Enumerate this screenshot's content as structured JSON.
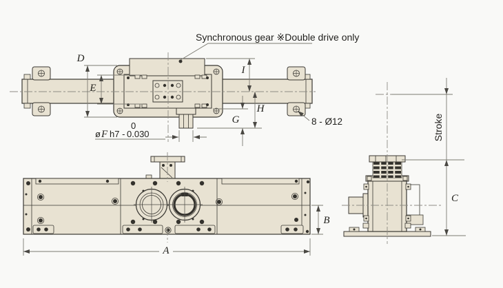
{
  "meta": {
    "type": "technical-drawing",
    "views": [
      "top-view",
      "front-view",
      "side-view"
    ]
  },
  "colors": {
    "background": "#f9f9f7",
    "body_fill": "#e8e2d2",
    "outline": "#3a3833",
    "dimension_line": "#7c7a72",
    "text": "#201f1c"
  },
  "labels": {
    "sync_gear": "Synchronous gear ※Double drive only",
    "holes": "8 - Ø12",
    "stroke": "Stroke",
    "fit_symbol": "ø",
    "fit_letter": "F",
    "fit_spec": "h7 -",
    "fit_upper": "0",
    "fit_lower": "0.030",
    "dim_a": "A",
    "dim_b": "B",
    "dim_c": "C",
    "dim_d": "D",
    "dim_e": "E",
    "dim_g": "G",
    "dim_h": "H",
    "dim_i": "I"
  }
}
